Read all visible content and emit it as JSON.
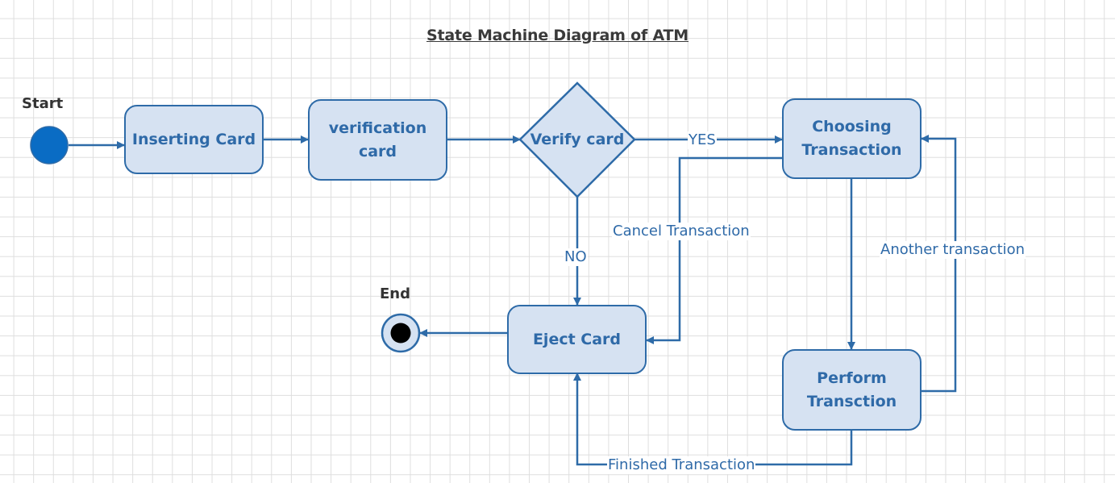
{
  "title": "State Machine Diagram of ATM",
  "nodes": {
    "start_label": "Start",
    "end_label": "End",
    "inserting_card": "Inserting Card",
    "verification_card": "verification\ncard",
    "verify_card": "Verify card",
    "choosing_transaction": "Choosing\nTransaction",
    "perform_transaction": "Perform\nTransction",
    "eject_card": "Eject Card"
  },
  "edges": {
    "yes": "YES",
    "no": "NO",
    "cancel_transaction": "Cancel Transaction",
    "another_transaction": "Another transaction",
    "finished_transaction": "Finished Transaction"
  },
  "colors": {
    "stroke": "#2e6ba8",
    "fill": "#d6e2f2",
    "text": "#2f6aa8",
    "start_fill": "#0a6cc4"
  }
}
